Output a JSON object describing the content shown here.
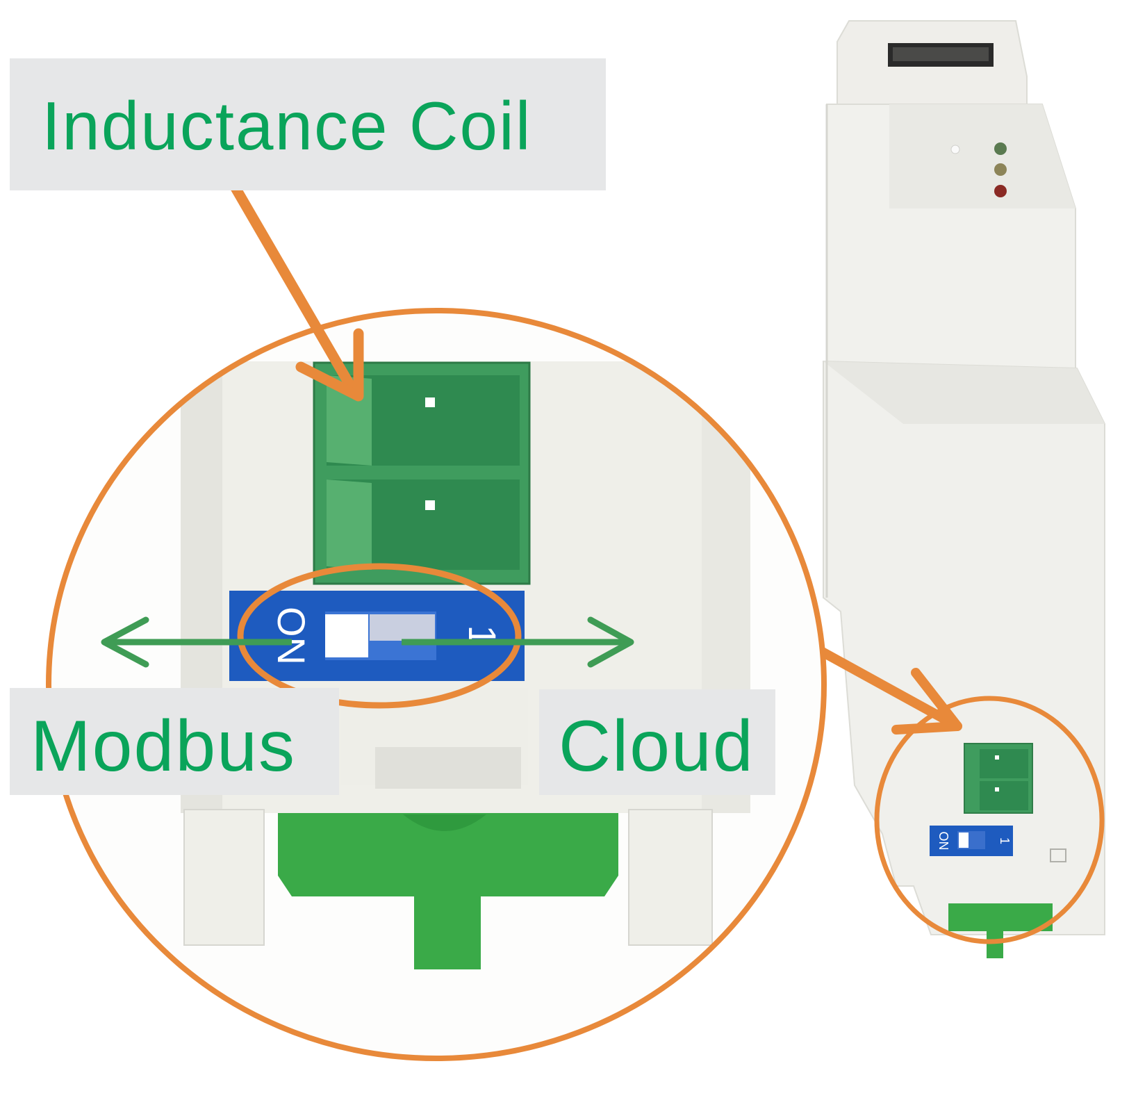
{
  "labels": {
    "inductance_coil": "Inductance Coil",
    "modbus": "Modbus",
    "cloud": "Cloud"
  },
  "switch": {
    "on_text": "ON",
    "number_text": "1"
  },
  "colors": {
    "callout_orange": "#e8893a",
    "label_green": "#0aa45a",
    "arrow_green": "#3f9c55",
    "label_bg": "#e6e7e8",
    "terminal_green": "#3f9c5e",
    "dip_blue": "#1e5bbf",
    "rail_clip_green": "#3aaa48",
    "housing": "#efefea"
  },
  "icons": {
    "callout_arrow": "orange-arrow-icon",
    "direction_arrow": "green-double-arrow-icon"
  }
}
